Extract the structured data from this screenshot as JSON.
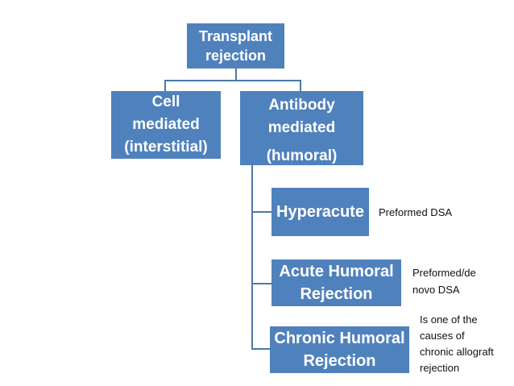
{
  "colors": {
    "background": "#ffffff",
    "box_fill": "#4f81bd",
    "box_text": "#ffffff",
    "connector": "#4a78a8",
    "annotation_text": "#111111"
  },
  "diagram": {
    "root": {
      "label": "Transplant\nrejection"
    },
    "cell": {
      "label": "Cell\nmediated\n(interstitial)"
    },
    "antibody": {
      "label_top": "Antibody\nmediated",
      "label_bottom": "(humoral)"
    },
    "hyperacute": {
      "label": "Hyperacute",
      "annotation": "Preformed DSA"
    },
    "acute": {
      "label": "Acute Humoral\nRejection",
      "annotation": "Preformed/de\nnovo DSA"
    },
    "chronic": {
      "label": "Chronic Humoral\nRejection",
      "annotation": "Is one of the\ncauses of\nchronic allograft\nrejection"
    }
  }
}
